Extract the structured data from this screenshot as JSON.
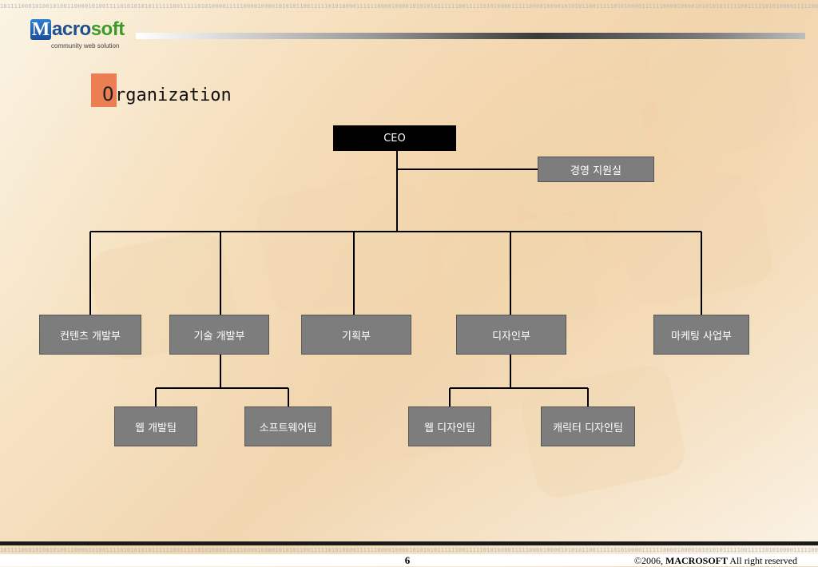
{
  "header": {
    "logo": {
      "initial": "M",
      "name_main": "acro",
      "name_accent": "soft",
      "tagline": "community web solution"
    },
    "binary_strip": "101111000101001010011000010100111101010101011111100111110101000011111000010000101010110011111010100001111110000100001010101011111100111110101000011111000010000101010110011111010100001111110000100001010101011111001111101010000111110000100001010101100111110101000011111100001000010101010111111001111101010000111110000100001010101100111110101000011111100001000010101010111111001111101"
  },
  "slide": {
    "title_first_letter": "O",
    "title_rest": "rganization",
    "colors": {
      "title_accent": "#ec7e54",
      "box_fill": "#7d7d7d",
      "ceo_fill": "#000000",
      "connector": "#000000"
    }
  },
  "org_chart": {
    "ceo": "CEO",
    "staff": "경영 지원실",
    "departments": [
      "컨텐츠 개발부",
      "기술 개발부",
      "기획부",
      "디자인부",
      "마케팅 사업부"
    ],
    "tech_teams": [
      "웹 개발팀",
      "소프트웨어팀"
    ],
    "design_teams": [
      "웹 디자인팀",
      "캐릭터 디자인팀"
    ]
  },
  "footer": {
    "page_number": "6",
    "copyright_prefix": "©2006, ",
    "copyright_brand": "MACROSOFT",
    "copyright_suffix": " All right reserved"
  }
}
